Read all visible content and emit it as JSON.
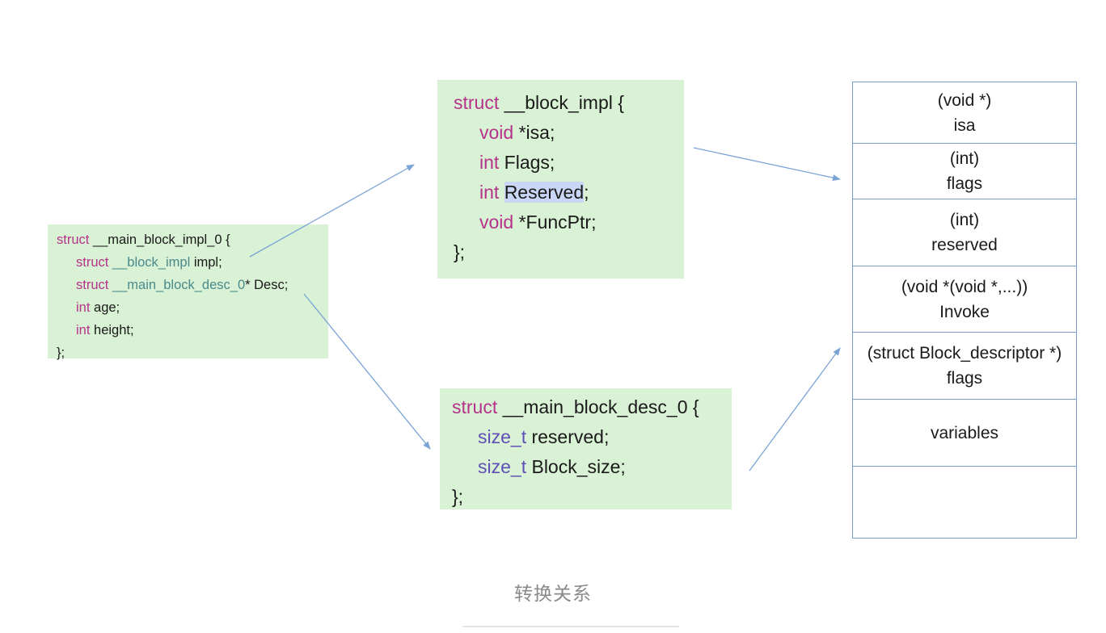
{
  "main_block": {
    "line1": {
      "kw": "struct",
      "rest": " __main_block_impl_0 {"
    },
    "line2": {
      "kw": "struct",
      "ty": " __block_impl",
      "rest": " impl;"
    },
    "line3": {
      "kw": "struct",
      "ty": " __main_block_desc_0",
      "rest": "* Desc;"
    },
    "line4": {
      "kw": "int",
      "rest": " age;"
    },
    "line5": {
      "kw": "int",
      "rest": " height;"
    },
    "close": "};"
  },
  "block_impl": {
    "line1": {
      "kw": "struct",
      "rest": " __block_impl {"
    },
    "line2": {
      "kw": "void",
      "rest": " *isa;"
    },
    "line3": {
      "kw": "int",
      "rest": " Flags;"
    },
    "line4": {
      "kw": "int",
      "sp": " ",
      "hl": "Reserved",
      "rest": ";"
    },
    "line5": {
      "kw": "void",
      "rest": " *FuncPtr;"
    },
    "close": "};"
  },
  "block_desc": {
    "line1": {
      "kw": "struct",
      "rest": " __main_block_desc_0 {"
    },
    "line2": {
      "ty": "size_t",
      "rest": " reserved;"
    },
    "line3": {
      "ty": "size_t",
      "rest": " Block_size;"
    },
    "close": "};"
  },
  "layout": {
    "cells": [
      {
        "type": "(void *)",
        "name": "isa"
      },
      {
        "type": "(int)",
        "name": "flags"
      },
      {
        "type": "(int)",
        "name": "reserved"
      },
      {
        "type": "(void *(void *,...))",
        "name": "Invoke"
      },
      {
        "type": "(struct Block_descriptor *)",
        "name": "flags"
      },
      {
        "type": "",
        "name": "variables"
      },
      {
        "type": "",
        "name": ""
      }
    ]
  },
  "caption": "转换关系",
  "colors": {
    "box_bg": "#d9f1d4",
    "keyword": "#b5338a",
    "type_name": "#4a8a8c",
    "arrow": "#7aa3d6",
    "table_border": "#7a9cc9"
  }
}
